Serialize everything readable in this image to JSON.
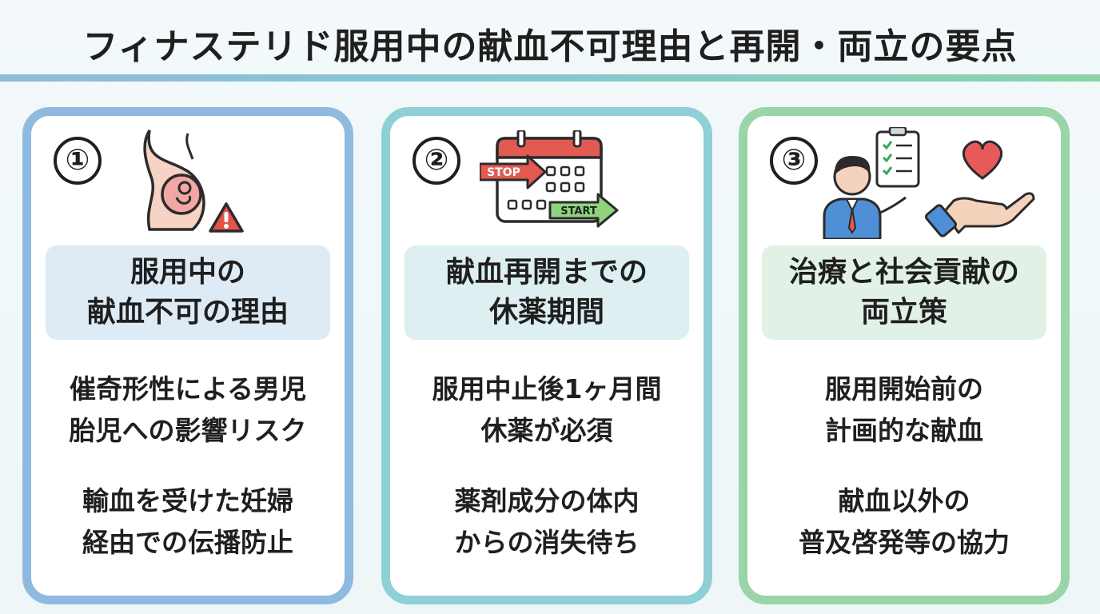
{
  "title": "フィナステリド服用中の献血不可理由と再開・両立の要点",
  "cards": [
    {
      "number": "①",
      "icon": "pregnancy-warning-icon",
      "heading": [
        "服用中の",
        "献血不可の理由"
      ],
      "point1": [
        "催奇形性による男児",
        "胎児への影響リスク"
      ],
      "point2": [
        "輸血を受けた妊婦",
        "経由での伝播防止"
      ]
    },
    {
      "number": "②",
      "icon": "calendar-stop-start-icon",
      "stop_label": "STOP",
      "start_label": "START",
      "heading": [
        "献血再開までの",
        "休薬期間"
      ],
      "point1": [
        "服用中止後1ヶ月間",
        "休薬が必須"
      ],
      "point2": [
        "薬剤成分の体内",
        "からの消失待ち"
      ]
    },
    {
      "number": "③",
      "icon": "person-checklist-heart-hand-icon",
      "heading": [
        "治療と社会貢献の",
        "両立策"
      ],
      "point1": [
        "服用開始前の",
        "計画的な献血"
      ],
      "point2": [
        "献血以外の",
        "普及啓発等の協力"
      ]
    }
  ],
  "colors": {
    "card1_border": "#8fbadf",
    "card2_border": "#8fcfd6",
    "card3_border": "#9ad4a9",
    "stop_red": "#e25a52",
    "start_green": "#8fd47c",
    "heart_red": "#e85a5a"
  }
}
